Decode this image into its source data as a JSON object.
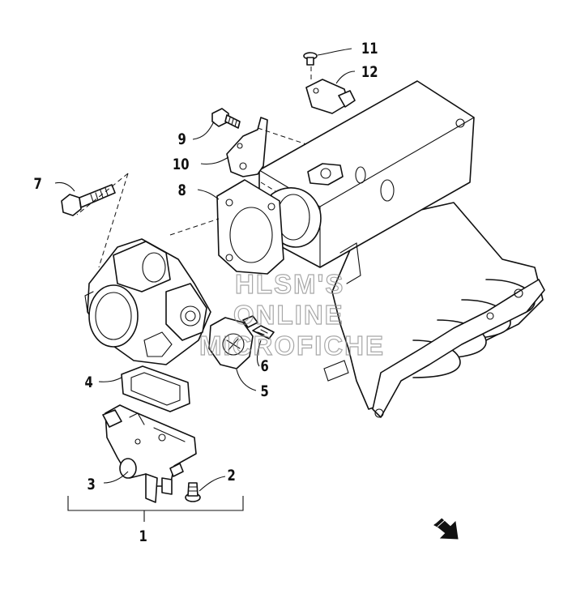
{
  "watermark": {
    "line1": "HLSM'S",
    "line2": "ONLINE",
    "line3": "MICROFICHE"
  },
  "callouts": {
    "p1": "1",
    "p2": "2",
    "p3": "3",
    "p4": "4",
    "p5": "5",
    "p6": "6",
    "p7": "7",
    "p8": "8",
    "p9": "9",
    "p10": "10",
    "p11": "11",
    "p12": "12"
  },
  "icons": {
    "direction": "front-direction-arrow-icon"
  },
  "colors": {
    "line": "#111111",
    "background": "#ffffff",
    "watermark": "#8a8a8a"
  }
}
